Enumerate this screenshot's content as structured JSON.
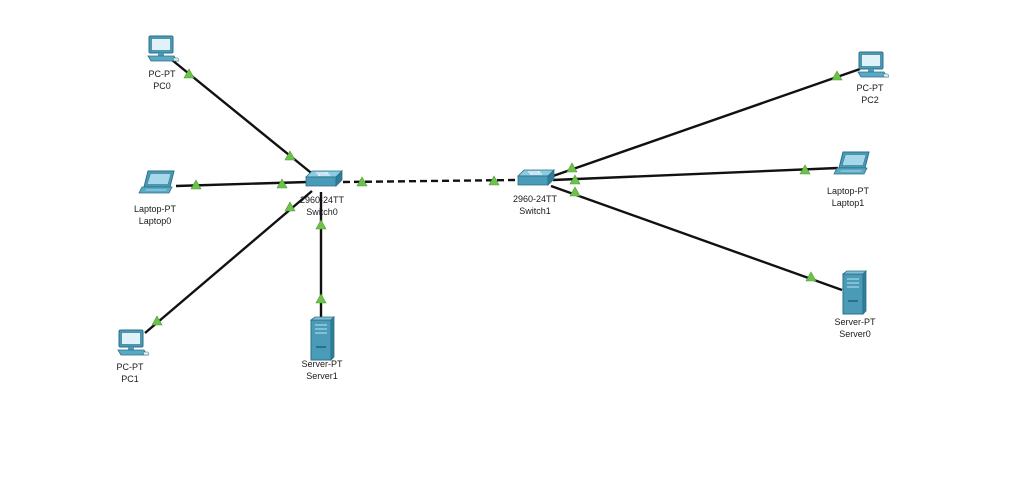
{
  "colors": {
    "link": "#111111",
    "port_up": "#6cc24a",
    "device_body": "#4a9bb8",
    "device_dark": "#2b6f88",
    "device_light": "#9fd3e6"
  },
  "devices": {
    "pc0": {
      "model": "PC-PT",
      "name": "PC0",
      "icon": "desktop-pc-icon"
    },
    "pc1": {
      "model": "PC-PT",
      "name": "PC1",
      "icon": "desktop-pc-icon"
    },
    "pc2": {
      "model": "PC-PT",
      "name": "PC2",
      "icon": "desktop-pc-icon"
    },
    "laptop0": {
      "model": "Laptop-PT",
      "name": "Laptop0",
      "icon": "laptop-icon"
    },
    "laptop1": {
      "model": "Laptop-PT",
      "name": "Laptop1",
      "icon": "laptop-icon"
    },
    "server0": {
      "model": "Server-PT",
      "name": "Server0",
      "icon": "server-icon"
    },
    "server1": {
      "model": "Server-PT",
      "name": "Server1",
      "icon": "server-icon"
    },
    "switch0": {
      "model": "2960-24TT",
      "name": "Switch0",
      "icon": "switch-icon"
    },
    "switch1": {
      "model": "2960-24TT",
      "name": "Switch1",
      "icon": "switch-icon"
    }
  },
  "links": [
    {
      "from": "pc0",
      "to": "switch0",
      "type": "copper-straight",
      "status": "up"
    },
    {
      "from": "laptop0",
      "to": "switch0",
      "type": "copper-straight",
      "status": "up"
    },
    {
      "from": "pc1",
      "to": "switch0",
      "type": "copper-straight",
      "status": "up"
    },
    {
      "from": "server1",
      "to": "switch0",
      "type": "copper-straight",
      "status": "up"
    },
    {
      "from": "switch0",
      "to": "switch1",
      "type": "copper-cross",
      "status": "up"
    },
    {
      "from": "pc2",
      "to": "switch1",
      "type": "copper-straight",
      "status": "up"
    },
    {
      "from": "laptop1",
      "to": "switch1",
      "type": "copper-straight",
      "status": "up"
    },
    {
      "from": "server0",
      "to": "switch1",
      "type": "copper-straight",
      "status": "up"
    }
  ]
}
